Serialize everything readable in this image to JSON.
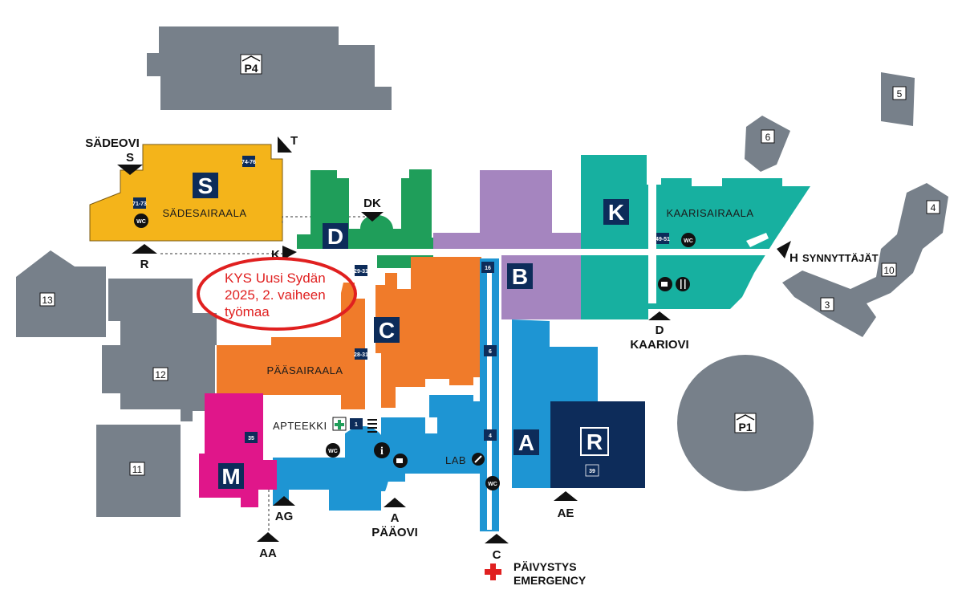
{
  "colors": {
    "gray": "#77808a",
    "sade": "#f4b41a",
    "green": "#1f9e5a",
    "purple": "#a585bf",
    "teal": "#17b0a0",
    "orange": "#f07b2a",
    "blue": "#1e95d3",
    "navy": "#0d2c5a",
    "magenta": "#e0168a",
    "ring": "#e02020"
  },
  "parking": {
    "p4": "P4",
    "p1": "P1"
  },
  "buildings": {
    "b13": "13",
    "b12": "12",
    "b11": "11",
    "b10": "10",
    "b3": "3",
    "b4": "4",
    "b5": "5",
    "b6": "6"
  },
  "wing_letters": {
    "S": "S",
    "D": "D",
    "K": "K",
    "B": "B",
    "C": "C",
    "A": "A",
    "R": "R",
    "M": "M"
  },
  "building_names": {
    "sadesairaala": "SÄDESAIRAALA",
    "kaarisairaala": "KAARISAIRAALA",
    "paasairaala": "PÄÄSAIRAALA",
    "apteekki": "APTEEKKI",
    "lab": "LAB"
  },
  "gates": {
    "sadeovi_name": "SÄDEOVI",
    "s": "S",
    "t": "T",
    "r": "R",
    "k": "K",
    "dk": "DK",
    "h": "H",
    "h_name": "SYNNYTTÄJÄT",
    "d": "D",
    "d_name": "KAARIOVI",
    "a": "A",
    "a_name": "PÄÄOVI",
    "ag": "AG",
    "aa": "AA",
    "c": "C",
    "ae": "AE"
  },
  "emergency": {
    "line1": "PÄIVYSTYS",
    "line2": "EMERGENCY"
  },
  "elevators": {
    "e1": "74-76",
    "e2": "71-73",
    "e3": "29-31",
    "e4": "16",
    "e5": "49-51",
    "e6": "28-31",
    "e7": "6",
    "e8": "35",
    "e9": "1",
    "e10": "4",
    "e11": "39"
  },
  "wc_label": "WC",
  "info_label": "i",
  "annotation": {
    "line1": "KYS Uusi Sydän",
    "line2": "2025, 2. vaiheen",
    "line3": "työmaa"
  },
  "icons": [
    "elevator-icon",
    "wc-icon",
    "cafe-icon",
    "restaurant-icon",
    "info-icon",
    "pharmacy-cross-icon",
    "lab-icon",
    "emergency-cross-icon",
    "parking-icon",
    "entrance-arrow-icon"
  ]
}
